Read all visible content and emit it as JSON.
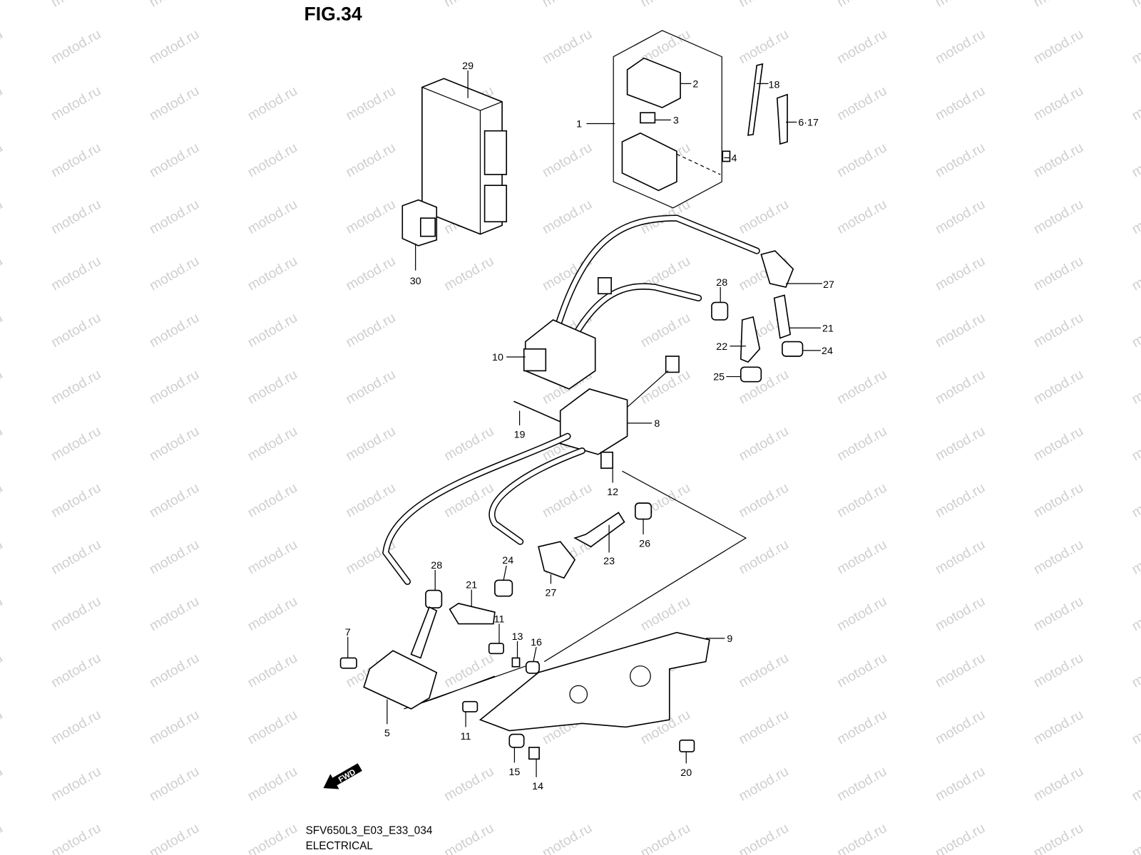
{
  "figure_title": "FIG.34",
  "watermark": "motod.ru",
  "fwd_label": "FWD",
  "footer": {
    "code": "SFV650L3_E03_E33_034",
    "section": "ELECTRICAL"
  },
  "callouts": {
    "c29": "29",
    "c2": "2",
    "c1": "1",
    "c3": "3",
    "c18": "18",
    "c6_17": "6·17",
    "c4": "4",
    "c30": "30",
    "c27a": "27",
    "c28a": "28",
    "c21a": "21",
    "c22": "22",
    "c24a": "24",
    "c10": "10",
    "c25": "25",
    "c19": "19",
    "c8": "8",
    "c12": "12",
    "c26": "26",
    "c23": "23",
    "c28b": "28",
    "c24b": "24",
    "c21b": "21",
    "c27b": "27",
    "c7": "7",
    "c11a": "11",
    "c13": "13",
    "c16": "16",
    "c9": "9",
    "c5": "5",
    "c11b": "11",
    "c15": "15",
    "c14": "14",
    "c20": "20"
  }
}
